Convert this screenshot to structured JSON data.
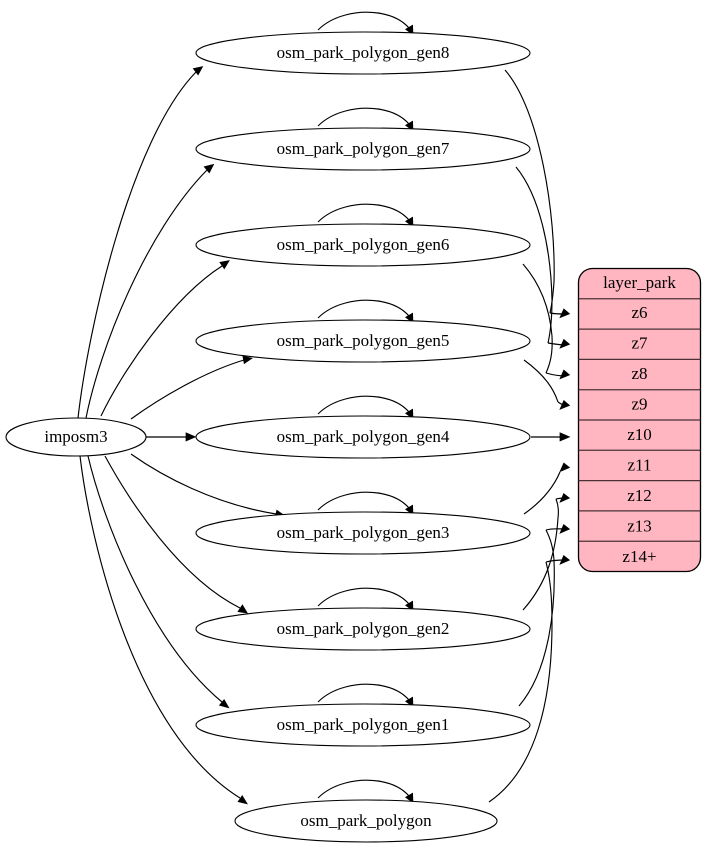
{
  "diagram": {
    "type": "graphviz-directed-graph",
    "source_node": {
      "id": "imposm3",
      "label": "imposm3",
      "shape": "ellipse"
    },
    "table_nodes": [
      {
        "id": "osm_park_polygon_gen8",
        "label": "osm_park_polygon_gen8",
        "shape": "ellipse",
        "self_loop": true,
        "target_zoom": "z6"
      },
      {
        "id": "osm_park_polygon_gen7",
        "label": "osm_park_polygon_gen7",
        "shape": "ellipse",
        "self_loop": true,
        "target_zoom": "z7"
      },
      {
        "id": "osm_park_polygon_gen6",
        "label": "osm_park_polygon_gen6",
        "shape": "ellipse",
        "self_loop": true,
        "target_zoom": "z8"
      },
      {
        "id": "osm_park_polygon_gen5",
        "label": "osm_park_polygon_gen5",
        "shape": "ellipse",
        "self_loop": true,
        "target_zoom": "z9"
      },
      {
        "id": "osm_park_polygon_gen4",
        "label": "osm_park_polygon_gen4",
        "shape": "ellipse",
        "self_loop": true,
        "target_zoom": "z10"
      },
      {
        "id": "osm_park_polygon_gen3",
        "label": "osm_park_polygon_gen3",
        "shape": "ellipse",
        "self_loop": true,
        "target_zoom": "z11"
      },
      {
        "id": "osm_park_polygon_gen2",
        "label": "osm_park_polygon_gen2",
        "shape": "ellipse",
        "self_loop": true,
        "target_zoom": "z12"
      },
      {
        "id": "osm_park_polygon_gen1",
        "label": "osm_park_polygon_gen1",
        "shape": "ellipse",
        "self_loop": true,
        "target_zoom": "z13"
      },
      {
        "id": "osm_park_polygon",
        "label": "osm_park_polygon",
        "shape": "ellipse",
        "self_loop": true,
        "target_zoom": "z14+"
      }
    ],
    "layer": {
      "title": "layer_park",
      "fill_color": "#ffb6c1",
      "border_color": "#000000",
      "rows": [
        {
          "label": "z6"
        },
        {
          "label": "z7"
        },
        {
          "label": "z8"
        },
        {
          "label": "z9"
        },
        {
          "label": "z10"
        },
        {
          "label": "z11"
        },
        {
          "label": "z12"
        },
        {
          "label": "z13"
        },
        {
          "label": "z14+"
        }
      ]
    }
  }
}
